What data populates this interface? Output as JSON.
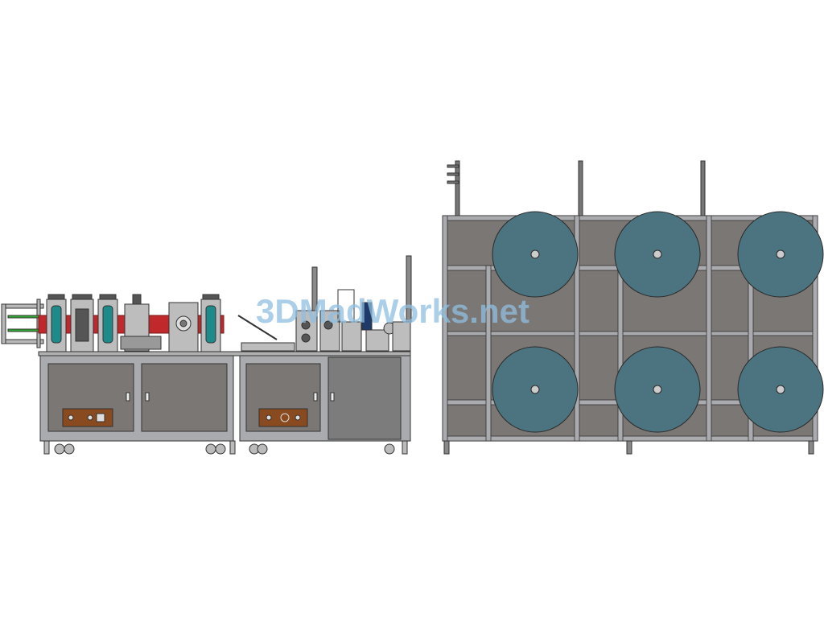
{
  "watermark": {
    "text": "3DMadWorks.net"
  },
  "colors": {
    "background": "#ffffff",
    "frame": "#a9abae",
    "frame_dark": "#6e7073",
    "panel": "#7b7775",
    "panel_dark": "#6a6664",
    "reel": "#4b7480",
    "red_web": "#c0282b",
    "teal_roller": "#1f8a8a",
    "control_box": "#8a4a1f",
    "door": "#7c7c7c"
  },
  "machine": {
    "left_cabinet_doors": 2,
    "right_cabinet_doors": 2,
    "reel_stand_reels": 6,
    "roller_stations": 4
  }
}
